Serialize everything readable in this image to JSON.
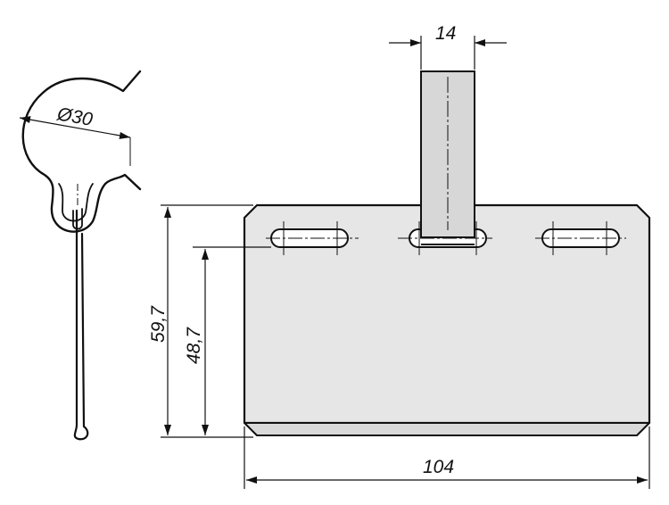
{
  "dimensions": {
    "tab_width": "14",
    "clip_diameter": "Ø30",
    "plate_height_total": "59,7",
    "slot_height": "48,7",
    "plate_width": "104"
  },
  "colors": {
    "plate_fill": "#e6e6e6",
    "plate_edge_fill": "#d9d9d9",
    "tab_fill": "#d7d7d7",
    "outline": "#111111",
    "dimension": "#111111"
  }
}
